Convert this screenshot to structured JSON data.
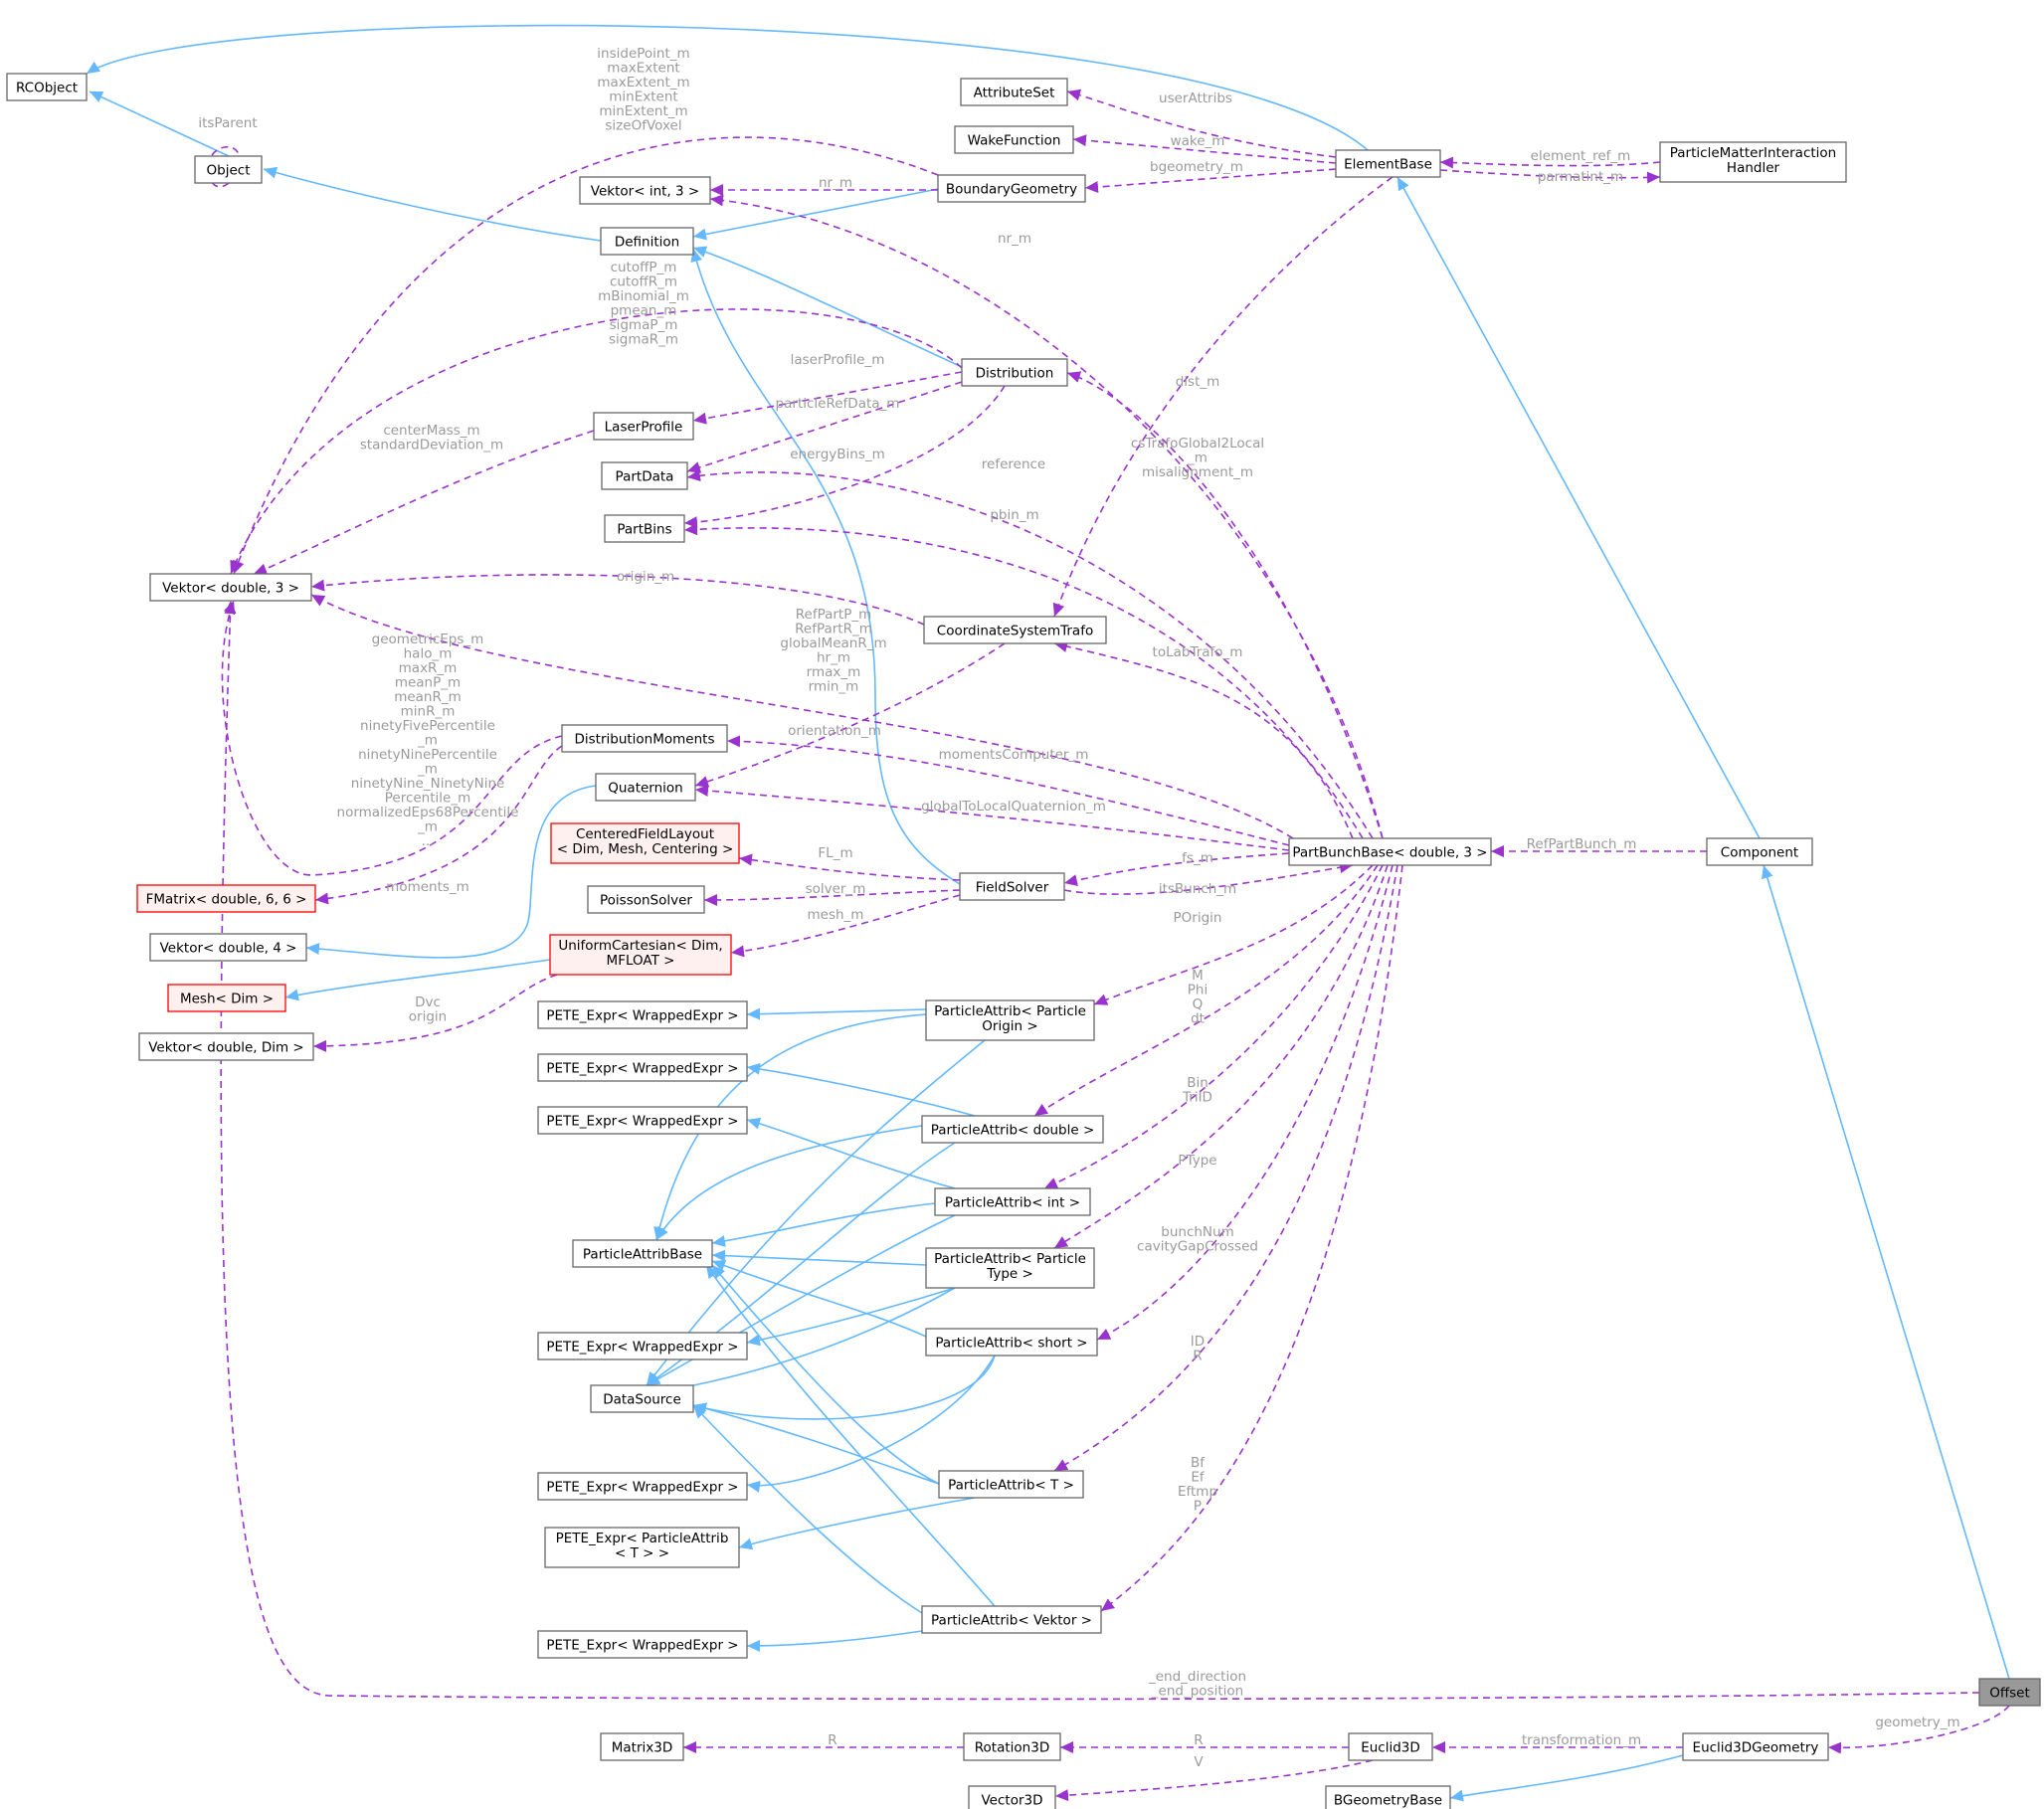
{
  "colors": {
    "inherit": "#63b8ff",
    "usage": "#9a32cd",
    "label": "#9a9a9a",
    "red": "#ff0000",
    "selected": "#999999"
  },
  "nodes": {
    "RCObject": "RCObject",
    "Object": "Object",
    "AttributeSet": "AttributeSet",
    "WakeFunction": "WakeFunction",
    "ElementBase": "ElementBase",
    "PMIH": [
      "ParticleMatterInteraction",
      "Handler"
    ],
    "VektorInt3": "Vektor< int, 3 >",
    "BoundaryGeometry": "BoundaryGeometry",
    "Definition": "Definition",
    "Distribution": "Distribution",
    "LaserProfile": "LaserProfile",
    "PartData": "PartData",
    "PartBins": "PartBins",
    "VektorDouble3": "Vektor< double, 3 >",
    "CoordinateSystemTrafo": "CoordinateSystemTrafo",
    "DistributionMoments": "DistributionMoments",
    "Quaternion": "Quaternion",
    "CenteredFieldLayout": [
      "CenteredFieldLayout",
      "< Dim, Mesh, Centering >"
    ],
    "FMatrix": "FMatrix< double, 6, 6 >",
    "PoissonSolver": "PoissonSolver",
    "FieldSolver": "FieldSolver",
    "VektorDouble4": "Vektor< double, 4 >",
    "UniformCartesian": [
      "UniformCartesian< Dim,",
      "MFLOAT >"
    ],
    "MeshDim": "Mesh< Dim >",
    "VektorDoubleDim": "Vektor< double, Dim >",
    "PartBunchBase": "PartBunchBase< double, 3 >",
    "Component": "Component",
    "PETE1": "PETE_Expr< WrappedExpr >",
    "PAOrigin": [
      "ParticleAttrib< Particle",
      "Origin >"
    ],
    "PETE2": "PETE_Expr< WrappedExpr >",
    "PADouble": "ParticleAttrib< double >",
    "PETE3": "PETE_Expr< WrappedExpr >",
    "PAInt": "ParticleAttrib< int >",
    "ParticleAttribBase": "ParticleAttribBase",
    "PAType": [
      "ParticleAttrib< Particle",
      "Type >"
    ],
    "PETE4": "PETE_Expr< WrappedExpr >",
    "PAShort": "ParticleAttrib< short >",
    "DataSource": "DataSource",
    "PETE5": "PETE_Expr< WrappedExpr >",
    "PAT": "ParticleAttrib< T >",
    "PETEPAT": [
      "PETE_Expr< ParticleAttrib",
      "< T > >"
    ],
    "PETE6": "PETE_Expr< WrappedExpr >",
    "PAVektor": "ParticleAttrib< Vektor >",
    "Offset": "Offset",
    "Matrix3D": "Matrix3D",
    "Rotation3D": "Rotation3D",
    "Euclid3D": "Euclid3D",
    "Euclid3DGeometry": "Euclid3DGeometry",
    "Vector3D": "Vector3D",
    "BGeometryBase": "BGeometryBase"
  },
  "labels": {
    "itsParent": "itsParent",
    "boundary_vek3": [
      "insidePoint_m",
      "maxExtent",
      "maxExtent_m",
      "minExtent",
      "minExtent_m",
      "sizeOfVoxel"
    ],
    "userAttribs": "userAttribs",
    "wake_m": "wake_m",
    "bgeometry_m": "bgeometry_m",
    "element_ref_m": "element_ref_m",
    "parmatint_m": "parmatint_m",
    "nr_m_bg": "nr_m",
    "nr_m_pb": "nr_m",
    "dist_vek3": [
      "cutoffP_m",
      "cutoffR_m",
      "mBinomial_m",
      "pmean_m",
      "sigmaP_m",
      "sigmaR_m"
    ],
    "laserProfile_m": "laserProfile_m",
    "particleRefData_m": "particleRefData_m",
    "energyBins_m": "energyBins_m",
    "laser_vek3": [
      "centerMass_m",
      "standardDeviation_m"
    ],
    "dist_m": "dist_m",
    "reference": "reference",
    "cstrafo": [
      "csTrafoGlobal2Local",
      "_m",
      "misalignment_m"
    ],
    "pbin_m": "pbin_m",
    "origin_m": "origin_m",
    "toLabTrafo_m": "toLabTrafo_m",
    "pb_vek3": [
      "RefPartP_m",
      "RefPartR_m",
      "globalMeanR_m",
      "hr_m",
      "rmax_m",
      "rmin_m"
    ],
    "moments_vek3": [
      "geometricEps_m",
      "halo_m",
      "maxR_m",
      "meanP_m",
      "meanR_m",
      "minR_m",
      "ninetyFivePercentile",
      "_m",
      "ninetyNinePercentile",
      "_m",
      "ninetyNine_NinetyNine",
      "Percentile_m",
      "normalizedEps68Percentile",
      "_m",
      "..."
    ],
    "orientation_m": "orientation_m",
    "momentsComputer_m": "momentsComputer_m",
    "globalToLocalQuaternion_m": "globalToLocalQuaternion_m",
    "RefPartBunch_m": "RefPartBunch_m",
    "FL_m": "FL_m",
    "fs_m": "fs_m",
    "moments_m": "moments_m",
    "solver_m": "solver_m",
    "itsBunch_m": "itsBunch_m",
    "mesh_m": "mesh_m",
    "POrigin": "POrigin",
    "dvc": [
      "Dvc",
      "origin"
    ],
    "mphiqdt": [
      "M",
      "Phi",
      "Q",
      "dt"
    ],
    "bintriid": [
      "Bin",
      "TriID"
    ],
    "PType": "PType",
    "bunchnum": [
      "bunchNum",
      "cavityGapCrossed"
    ],
    "idr": [
      "ID",
      "R"
    ],
    "bfef": [
      "Bf",
      "Ef",
      "Eftmp",
      "P"
    ],
    "end_dir": [
      "_end_direction",
      "_end_position"
    ],
    "geometry_m": "geometry_m",
    "R_rot": "R",
    "R_euc": "R",
    "V_euc": "V",
    "transformation_m": "transformation_m"
  }
}
